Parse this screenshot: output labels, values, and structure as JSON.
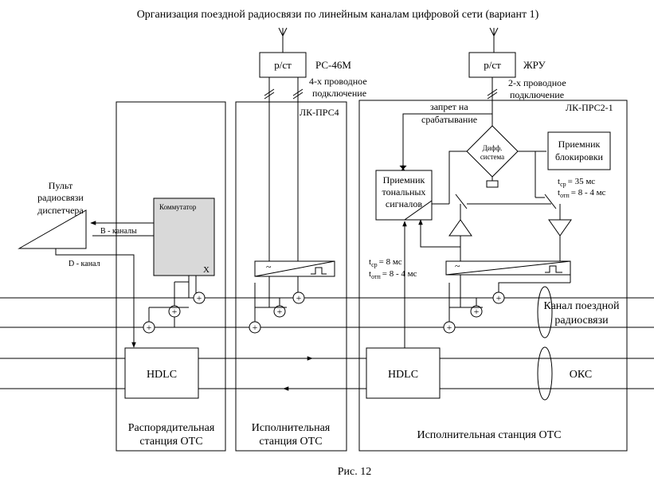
{
  "title": "Организация поездной радиосвязи по линейным каналам цифровой сети (вариант 1)",
  "caption": "Рис. 12",
  "colors": {
    "line": "#000000",
    "switch_fill": "#d9d9d9",
    "background": "#ffffff"
  },
  "dispatcher": {
    "label": [
      "Пульт",
      "радиосвязи",
      "диспетчера"
    ],
    "b_channels": "B - каналы",
    "d_channel": "D - канал"
  },
  "stations": {
    "dispatch": {
      "name": [
        "Распорядительная",
        "станция ОТС"
      ],
      "switch_label": "Коммутатор",
      "switch_mark": "X",
      "hdlc": "HDLC"
    },
    "exec1": {
      "name": [
        "Исполнительная",
        "станция ОТС"
      ],
      "module": "ЛК-ПРС4"
    },
    "exec2": {
      "name": "Исполнительная станция ОТС",
      "module": "ЛК-ПРС2-1",
      "hdlc": "HDLC"
    }
  },
  "radio1": {
    "box": "р/ст",
    "model": "РС-46М",
    "note": [
      "4-х проводное",
      "подключение"
    ]
  },
  "radio2": {
    "box": "р/ст",
    "model": "ЖРУ",
    "note": [
      "2-х проводное",
      "подключение"
    ]
  },
  "exec2_blocks": {
    "inhibit": [
      "запрет на",
      "срабатывание"
    ],
    "diff": [
      "Дифф.",
      "система"
    ],
    "block_receiver": [
      "Приемник",
      "блокировки"
    ],
    "tone_receiver": [
      "Приемник",
      "тональных",
      "сигналов"
    ],
    "timing_right": {
      "t1_label": "t",
      "t1_sub": "ср",
      "t1_val": "= 35 мс",
      "t2_label": "t",
      "t2_sub": "отп",
      "t2_val": "= 8 - 4 мс"
    },
    "timing_left": {
      "t1_label": "t",
      "t1_sub": "ср",
      "t1_val": "= 8 мс",
      "t2_label": "t",
      "t2_sub": "отп",
      "t2_val": "= 8 - 4 мс"
    }
  },
  "channels": {
    "radio": [
      "Канал поездной",
      "радиосвязи"
    ],
    "oks": "ОКС"
  },
  "glyphs": {
    "plus": "+",
    "sine": "~"
  }
}
